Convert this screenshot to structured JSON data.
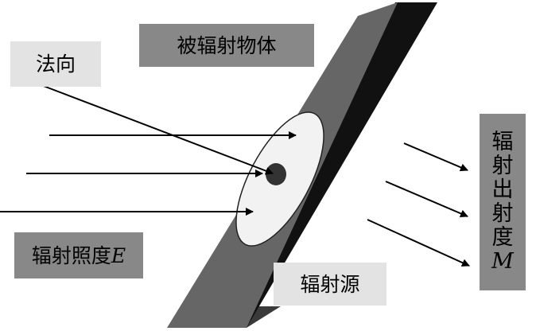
{
  "labels": {
    "object": "被辐射物体",
    "normal": "法向",
    "irradiance_prefix": "辐射照度",
    "irradiance_symbol": "E",
    "source": "辐射源",
    "exitance_chars": [
      "辐",
      "射",
      "出",
      "射",
      "度"
    ],
    "exitance_symbol": "M"
  },
  "colors": {
    "plate_front": "#666666",
    "plate_side": "#111111",
    "plate_top": "#3a3a3a",
    "ellipse": "#f2f2f2",
    "dot": "#333333",
    "arrow": "#000000",
    "box_light": "#e3e3e3",
    "box_mid": "#888888"
  }
}
